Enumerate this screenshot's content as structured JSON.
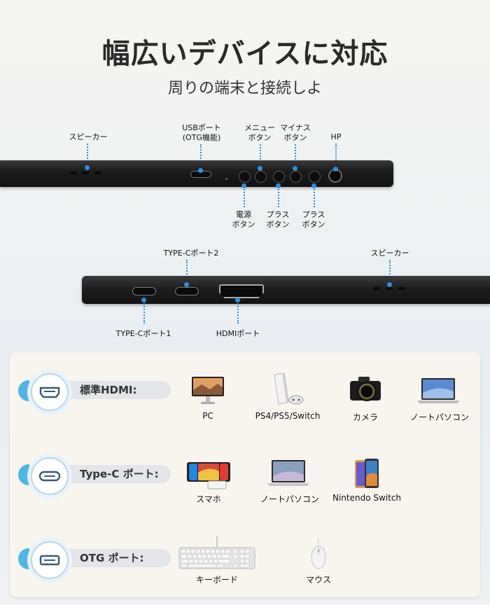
{
  "header": {
    "title": "幅広いデバイスに対応",
    "subtitle": "周りの端末と接続しよ"
  },
  "top_monitor": {
    "labels_above": {
      "speaker": "スピーカー",
      "usb_line1": "USBポート",
      "usb_line2": "(OTG機能)",
      "menu_line1": "メニュー",
      "menu_line2": "ボタン",
      "minus_line1": "マイナス",
      "minus_line2": "ボタン",
      "hp": "HP"
    },
    "labels_below": {
      "power_line1": "電源",
      "power_line2": "ボタン",
      "plus1_line1": "プラス",
      "plus1_line2": "ボタン",
      "plus2_line1": "プラス",
      "plus2_line2": "ボタン"
    }
  },
  "bottom_monitor": {
    "typec2": "TYPE-Cポート2",
    "speaker": "スピーカー",
    "typec1": "TYPE-Cポート1",
    "hdmi": "HDMIポート"
  },
  "ports": [
    {
      "label": "標準HDMI:",
      "icon": "hdmi-port-icon",
      "devices": [
        "PC",
        "PS4/PS5/Switch",
        "カメラ",
        "ノートパソコン"
      ]
    },
    {
      "label": "Type-C ポート:",
      "icon": "usb-c-port-icon",
      "devices": [
        "スマホ",
        "ノートパソコン",
        "Nintendo Switch"
      ]
    },
    {
      "label": "OTG ポート:",
      "icon": "otg-port-icon",
      "devices": [
        "キーボード",
        "マウス"
      ]
    }
  ],
  "colors": {
    "accent": "#4fb6e8",
    "guide": "#2a8fe0",
    "panel": "#f8f5ef"
  }
}
